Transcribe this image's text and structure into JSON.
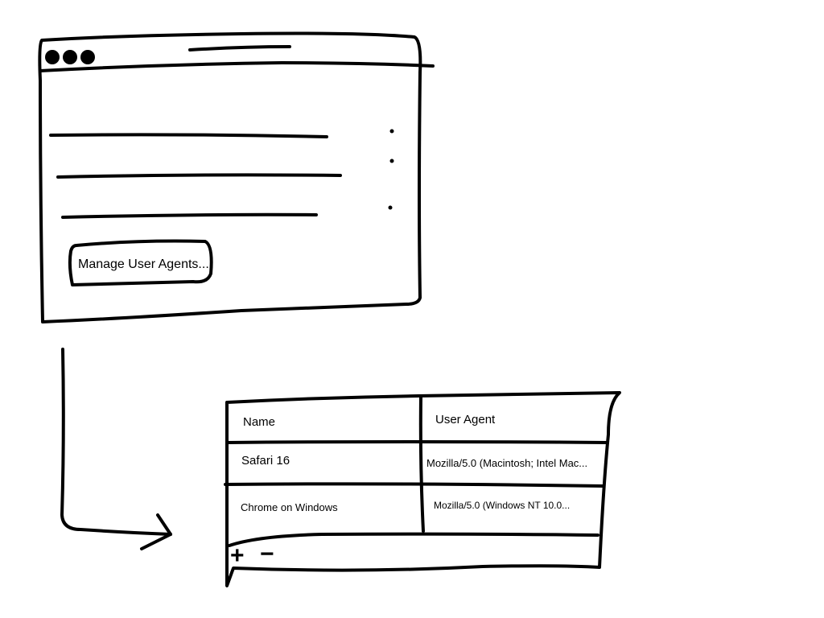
{
  "window": {
    "button_label": "Manage User Agents..."
  },
  "table": {
    "headers": [
      "Name",
      "User Agent"
    ],
    "rows": [
      {
        "name": "Safari 16",
        "user_agent": "Mozilla/5.0 (Macintosh; Intel Mac..."
      },
      {
        "name": "Chrome on Windows",
        "user_agent": "Mozilla/5.0 (Windows NT 10.0..."
      }
    ],
    "add_label": "+",
    "remove_label": "−"
  }
}
